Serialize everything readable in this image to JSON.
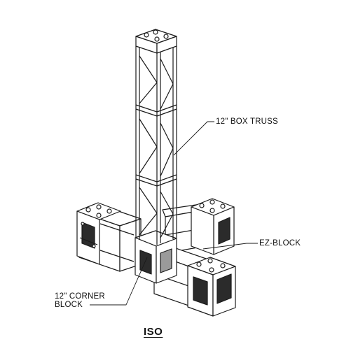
{
  "labels": {
    "box_truss": "12\" BOX TRUSS",
    "ez_block": "EZ-BLOCK",
    "corner_block_line1": "12\" CORNER",
    "corner_block_line2": "BLOCK"
  },
  "view_title": "ISO",
  "colors": {
    "line": "#1a1a1a",
    "shade_dark": "#2b2b2b",
    "shade_mid": "#9a9a9a",
    "shade_light": "#e6e6e6",
    "background": "#ffffff"
  }
}
